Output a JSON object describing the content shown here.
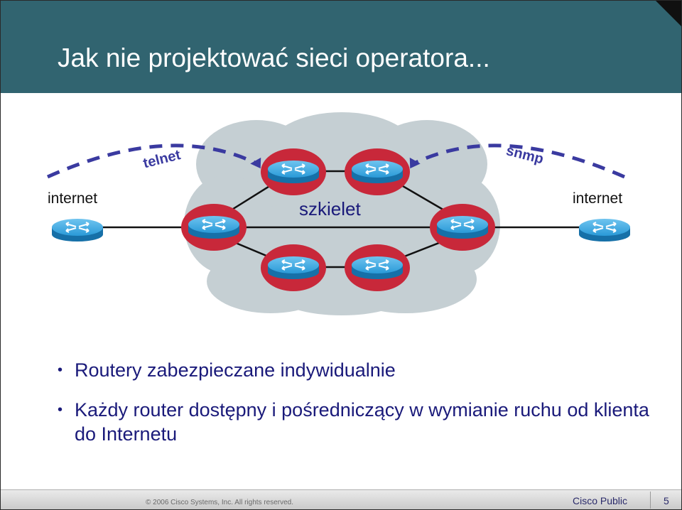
{
  "slide": {
    "title": "Jak nie projektować sieci operatora...",
    "bullets": [
      "Routery zabezpieczane indywidualnie",
      "Każdy router dostępny i pośredniczący w wymianie ruchu od klienta do Internetu"
    ]
  },
  "diagram": {
    "cloud_label": "szkielet",
    "left_label": "internet",
    "right_label": "internet",
    "telnet_label": "telnet",
    "snmp_label": "snmp",
    "colors": {
      "title_bar": "#316470",
      "cloud": "#c5cfd3",
      "router_blue": "#1b8ccc",
      "router_ring": "#c8283a",
      "dash": "#3a3aa0"
    }
  },
  "footer": {
    "copyright": "© 2006 Cisco Systems, Inc. All rights reserved.",
    "classification": "Cisco Public",
    "page_number": "5"
  }
}
